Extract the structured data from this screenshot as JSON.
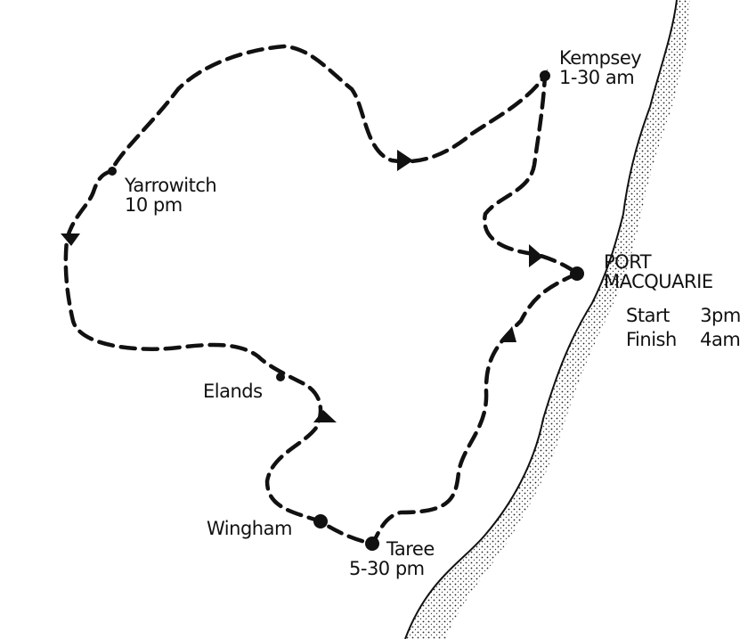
{
  "map": {
    "places": {
      "kempsey": {
        "name": "Kempsey",
        "time": "1-30 am"
      },
      "yarrowitch": {
        "name": "Yarrowitch",
        "time": "10 pm"
      },
      "port_macquarie": {
        "name_line1": "PORT",
        "name_line2": "MACQUARIE",
        "start_label": "Start",
        "start_time": "3pm",
        "finish_label": "Finish",
        "finish_time": "4am"
      },
      "elands": {
        "name": "Elands"
      },
      "wingham": {
        "name": "Wingham"
      },
      "taree": {
        "name": "Taree",
        "time": "5-30 pm"
      }
    },
    "colors": {
      "ink": "#111111",
      "background": "#ffffff"
    }
  }
}
